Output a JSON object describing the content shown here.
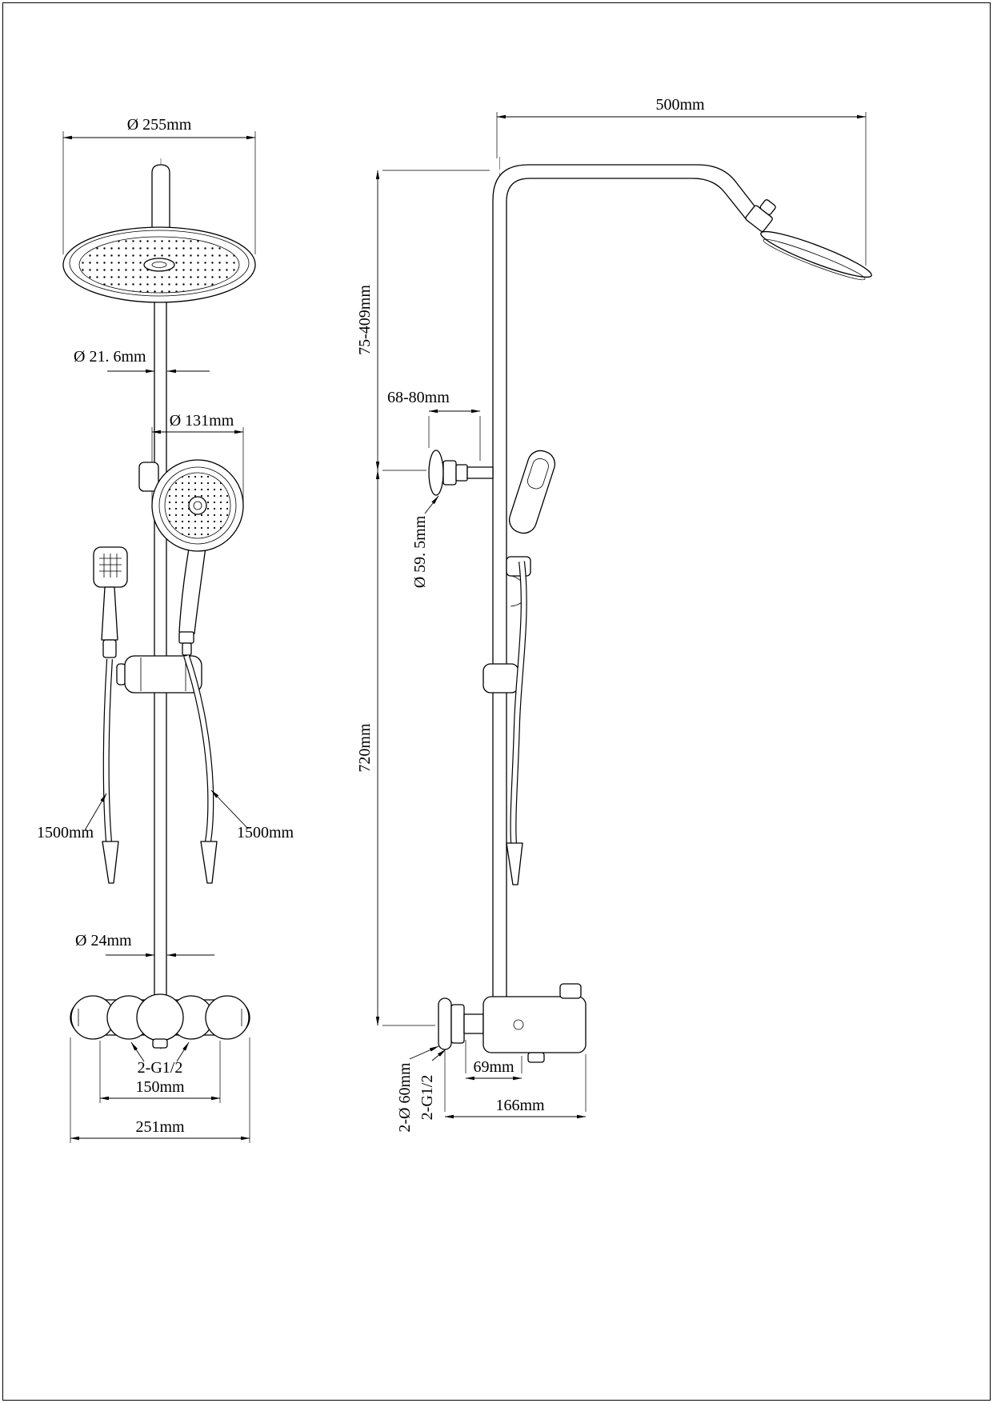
{
  "drawing": {
    "front_view": {
      "head_diameter": "Ø 255mm",
      "pipe_diameter": "Ø 21. 6mm",
      "handshower_diameter": "Ø 131mm",
      "left_hose_length": "1500mm",
      "right_hose_length": "1500mm",
      "riser_diameter": "Ø 24mm",
      "inlet_thread": "2-G1/2",
      "inlet_spacing": "150mm",
      "body_width": "251mm"
    },
    "side_view": {
      "arm_reach": "500mm",
      "head_height_range": "75-409mm",
      "bracket_offset_range": "68-80mm",
      "holder_diameter": "Ø 59. 5mm",
      "slide_bar_length": "720mm",
      "flange_diameter": "2-Ø 60mm",
      "outlet_thread": "2-G1/2",
      "body_offset": "69mm",
      "body_depth": "166mm"
    }
  }
}
